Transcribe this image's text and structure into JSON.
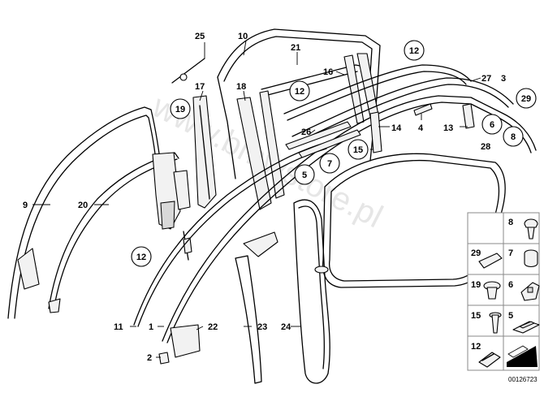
{
  "watermark": "www.bmwstore.pl",
  "document_id": "00126723",
  "callouts": {
    "c1": "1",
    "c2": "2",
    "c3": "3",
    "c4": "4",
    "c5": "5",
    "c6": "6",
    "c7": "7",
    "c8": "8",
    "c9": "9",
    "c10": "10",
    "c11": "11",
    "c12a": "12",
    "c12b": "12",
    "c12c": "12",
    "c13": "13",
    "c14": "14",
    "c15": "15",
    "c16": "16",
    "c17": "17",
    "c18": "18",
    "c19": "19",
    "c20": "20",
    "c21": "21",
    "c22": "22",
    "c23": "23",
    "c24": "24",
    "c25": "25",
    "c26": "26",
    "c27": "27",
    "c28": "28",
    "c29": "29"
  },
  "legend": [
    {
      "label": "8"
    },
    {
      "label": "29"
    },
    {
      "label": "7"
    },
    {
      "label": "19"
    },
    {
      "label": "6"
    },
    {
      "label": "15"
    },
    {
      "label": "5"
    },
    {
      "label": "12"
    }
  ]
}
